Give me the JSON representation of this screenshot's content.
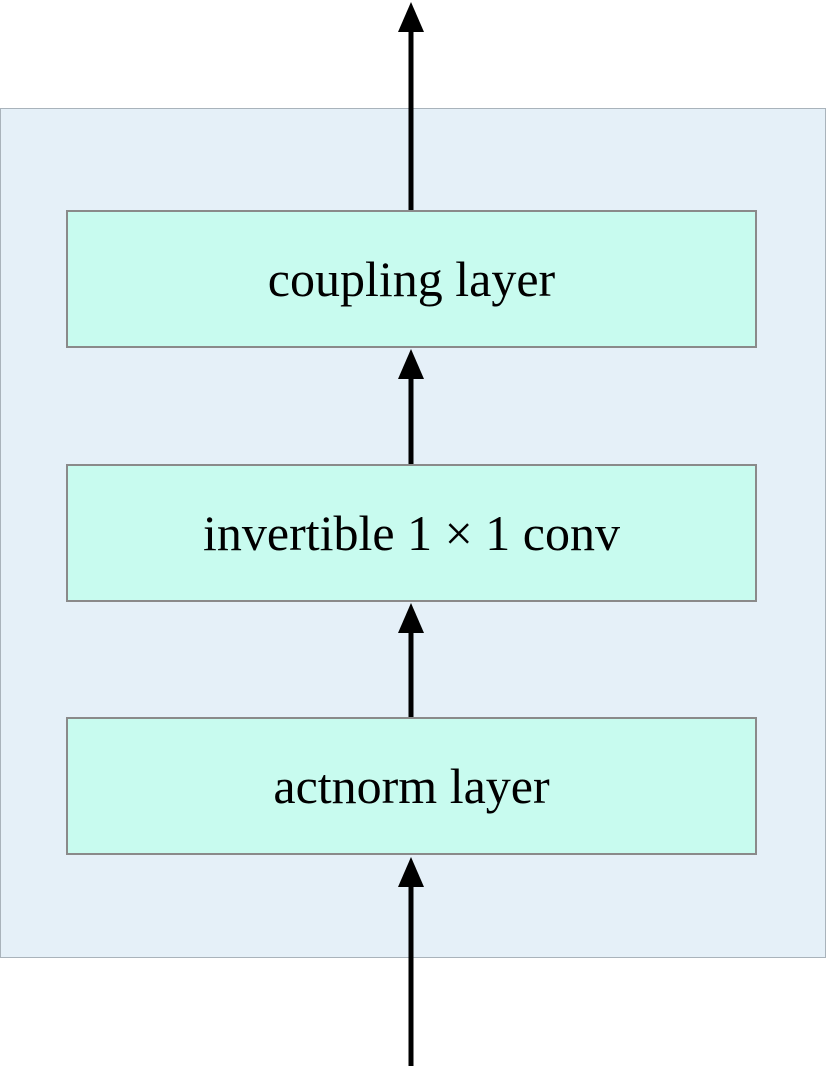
{
  "diagram": {
    "layers": [
      {
        "id": "coupling",
        "label": "coupling layer"
      },
      {
        "id": "conv",
        "label": "invertible 1 × 1 conv"
      },
      {
        "id": "actnorm",
        "label": "actnorm layer"
      }
    ],
    "colors": {
      "container_fill": "#e5f0f8",
      "container_border": "#a9b3bb",
      "layer_fill": "#c8fbef",
      "layer_border": "#8a8a8a",
      "arrow": "#000000"
    },
    "flow_direction": "bottom-to-top"
  }
}
